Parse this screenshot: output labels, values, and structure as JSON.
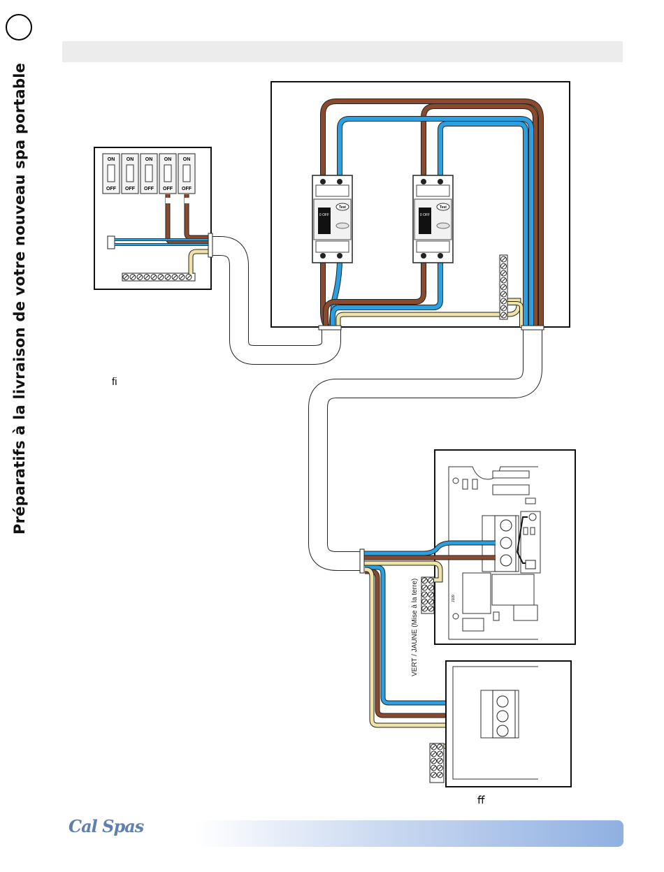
{
  "page": {
    "side_title": "Préparatifs à la livraison de votre nouveau spa portable",
    "note_left": "ﬁ",
    "note_bottom": "ﬀ",
    "logo_text": "Cal Spas"
  },
  "main_panel": {
    "switch_on": "ON",
    "switch_off": "OFF",
    "switch_count": 5
  },
  "gfci": {
    "button_test": "Test",
    "handle_label": "0 OFF"
  },
  "spa_panel": {
    "ground_label": "VERT / JAUNE (Mise à la terre)",
    "connector_label": "J109"
  },
  "colors": {
    "brown_wire": "#8a4a2e",
    "blue_wire": "#2aa0e0",
    "ground_wire": "#efe4a6",
    "conduit": "#ffffff",
    "footer_accent": "#8fb0e2",
    "header_bar": "#ececec"
  },
  "icons": [
    "breaker-switch-icon",
    "gfci-breaker-icon",
    "terminal-block-icon",
    "terminal-screw-icon"
  ]
}
